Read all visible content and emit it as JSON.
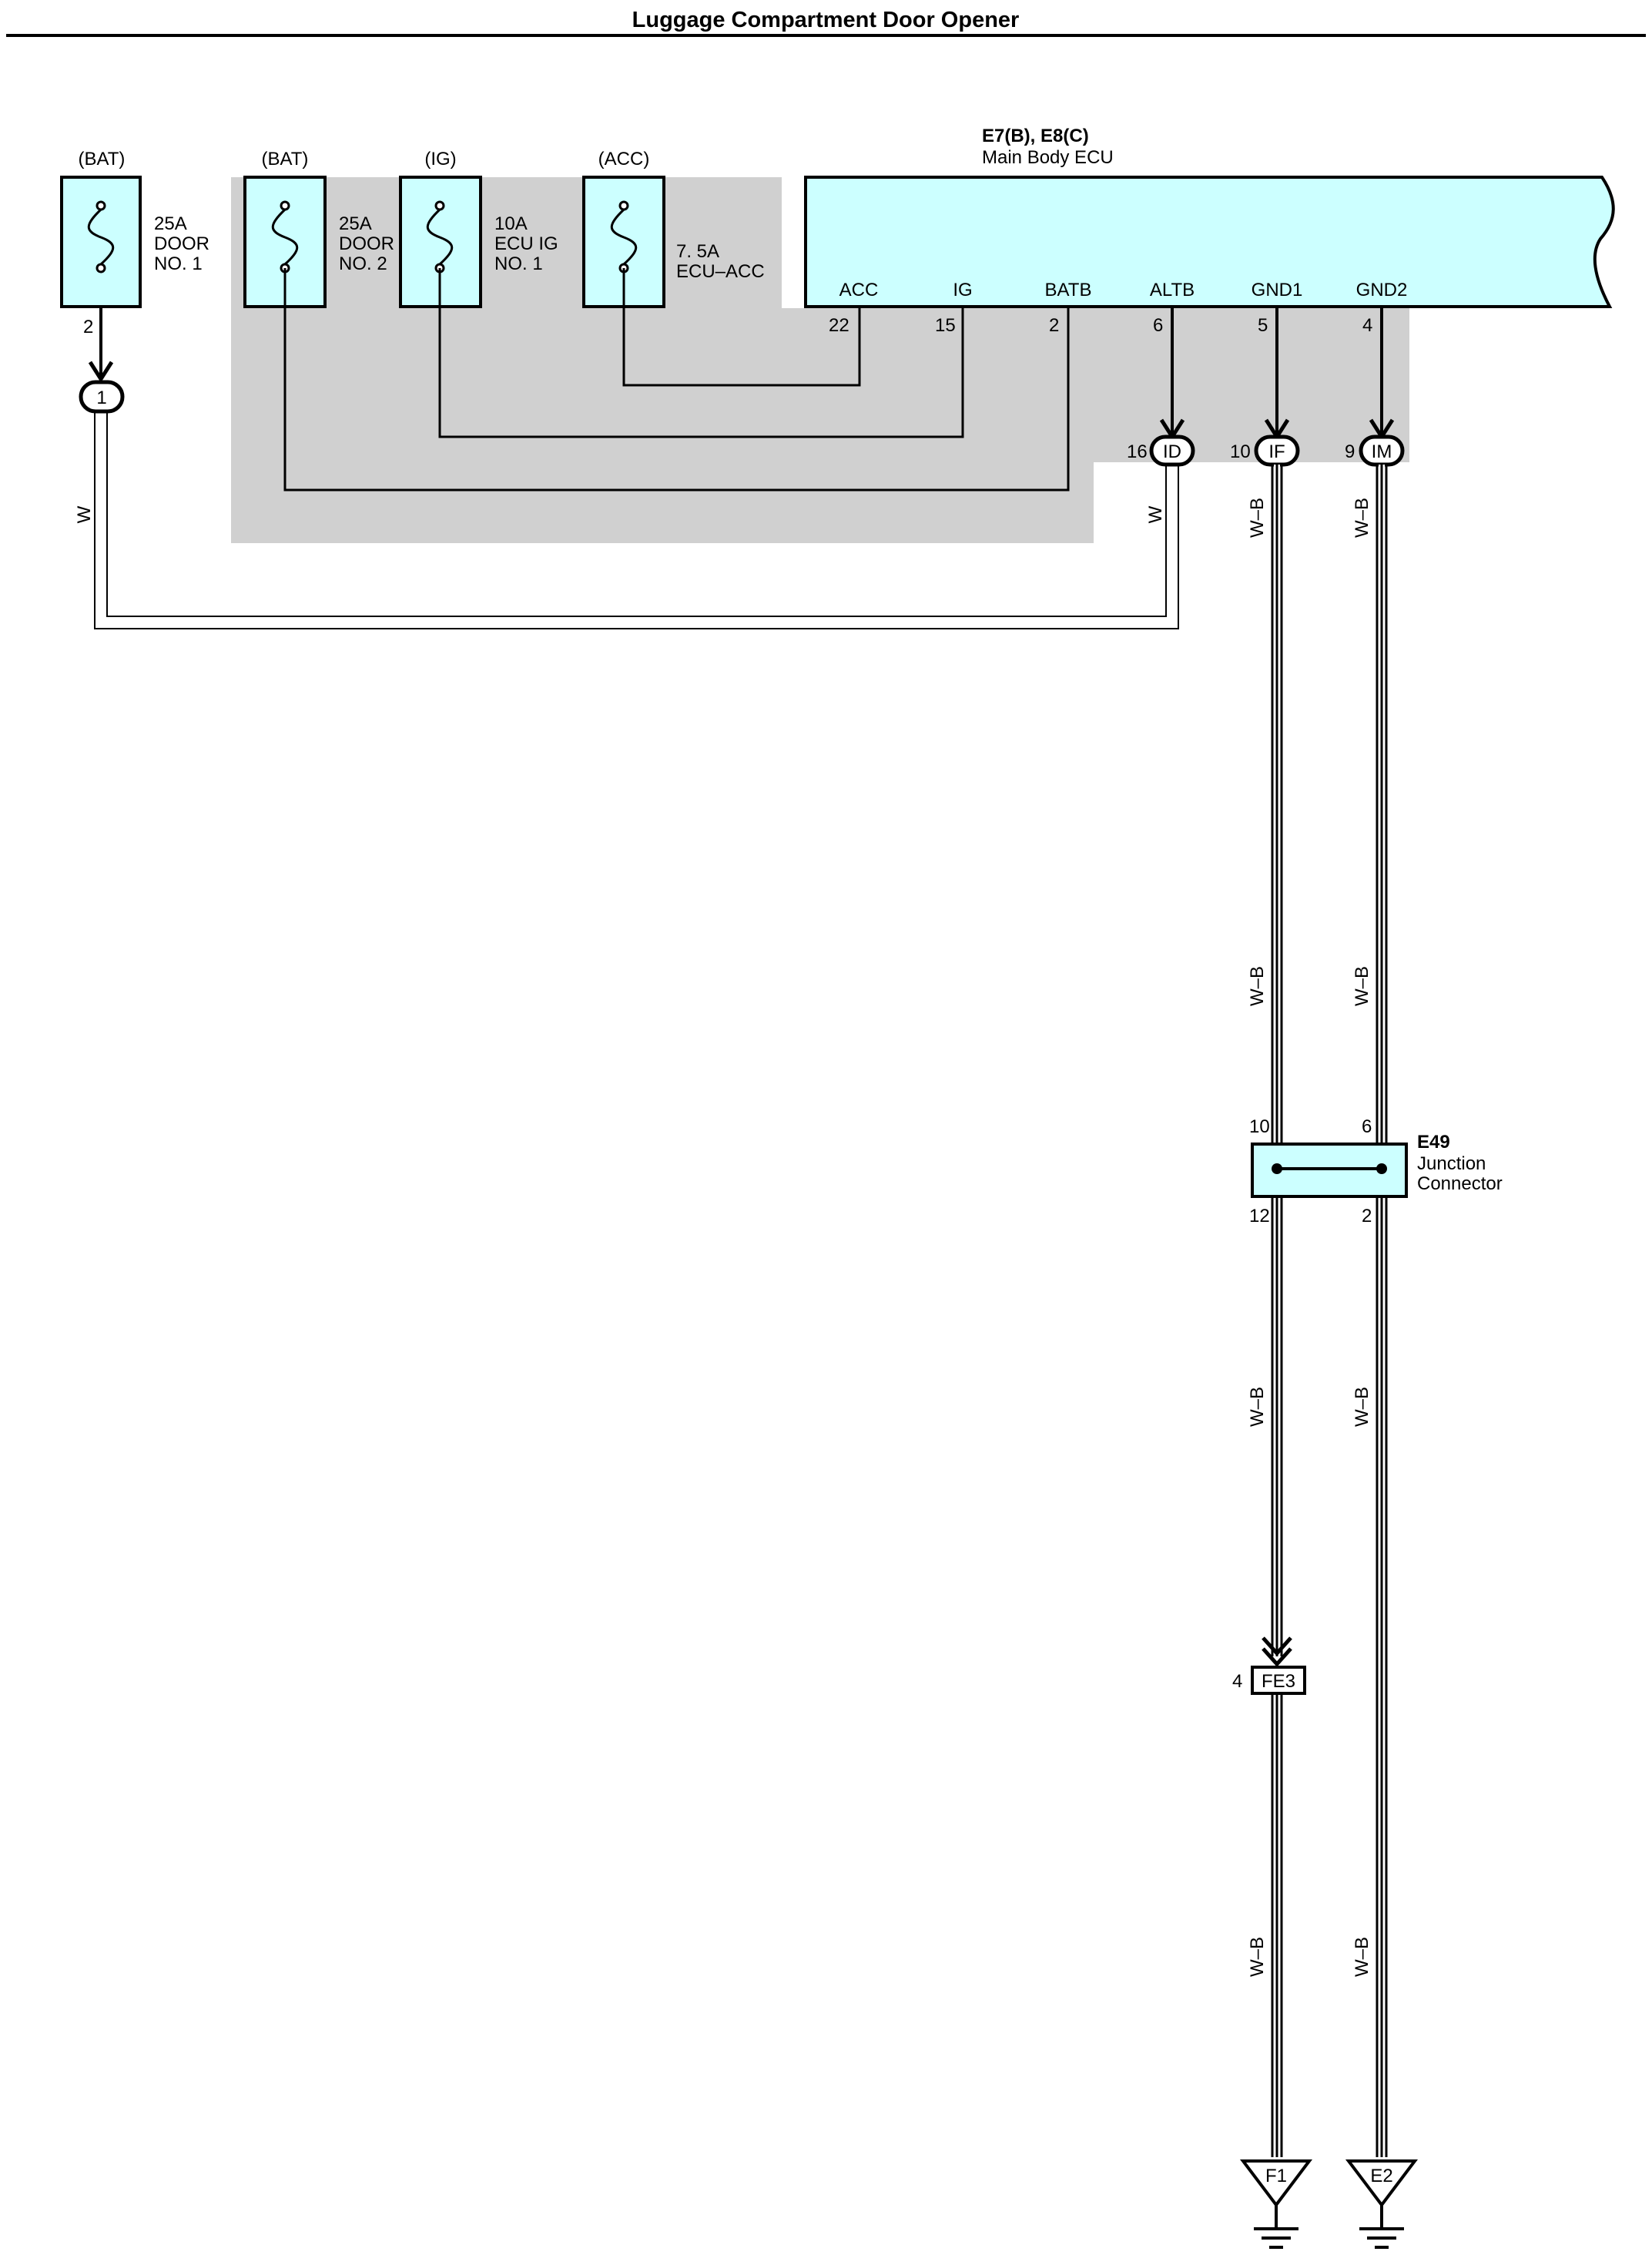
{
  "title": "Luggage Compartment Door Opener",
  "colors": {
    "component_fill": "#ccffff",
    "shade_fill": "#d0d0d0",
    "line": "#000000"
  },
  "fuses": [
    {
      "source": "(BAT)",
      "lines": [
        "25A",
        "DOOR",
        "NO. 1"
      ],
      "pin": "2"
    },
    {
      "source": "(BAT)",
      "lines": [
        "25A",
        "DOOR",
        "NO. 2"
      ]
    },
    {
      "source": "(IG)",
      "lines": [
        "10A",
        "ECU IG",
        "NO. 1"
      ]
    },
    {
      "source": "(ACC)",
      "lines": [
        "7. 5A",
        "ECU–ACC"
      ]
    }
  ],
  "junction_1": {
    "label": "1"
  },
  "ecu": {
    "code": "E7(B), E8(C)",
    "name": "Main Body ECU",
    "terminals": [
      {
        "name": "ACC",
        "pin": "22"
      },
      {
        "name": "IG",
        "pin": "15"
      },
      {
        "name": "BATB",
        "pin": "2"
      },
      {
        "name": "ALTB",
        "pin": "6"
      },
      {
        "name": "GND1",
        "pin": "5"
      },
      {
        "name": "GND2",
        "pin": "4"
      }
    ]
  },
  "connectors": [
    {
      "pin": "16",
      "label": "ID"
    },
    {
      "pin": "10",
      "label": "IF"
    },
    {
      "pin": "9",
      "label": "IM"
    }
  ],
  "wires": {
    "w": "W",
    "wb": "W–B"
  },
  "junction_connector": {
    "code": "E49",
    "line1": "Junction",
    "line2": "Connector",
    "pins_top": [
      "10",
      "6"
    ],
    "pins_bottom": [
      "12",
      "2"
    ]
  },
  "fe3": {
    "pin": "4",
    "label": "FE3"
  },
  "grounds": [
    {
      "label": "F1"
    },
    {
      "label": "E2"
    }
  ]
}
